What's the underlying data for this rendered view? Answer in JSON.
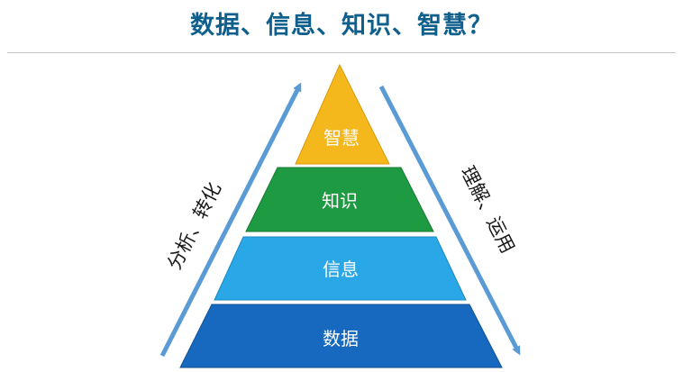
{
  "title": "数据、信息、知识、智慧？",
  "pyramid": {
    "tiers": [
      {
        "label": "智慧",
        "color": "#f5b81c"
      },
      {
        "label": "知识",
        "color": "#1e9a42"
      },
      {
        "label": "信息",
        "color": "#2aa7e6"
      },
      {
        "label": "数据",
        "color": "#1669be"
      }
    ]
  },
  "arrows": {
    "left_label": "分析、转化",
    "right_label": "理解、运用",
    "color": "#5b9bd5"
  }
}
